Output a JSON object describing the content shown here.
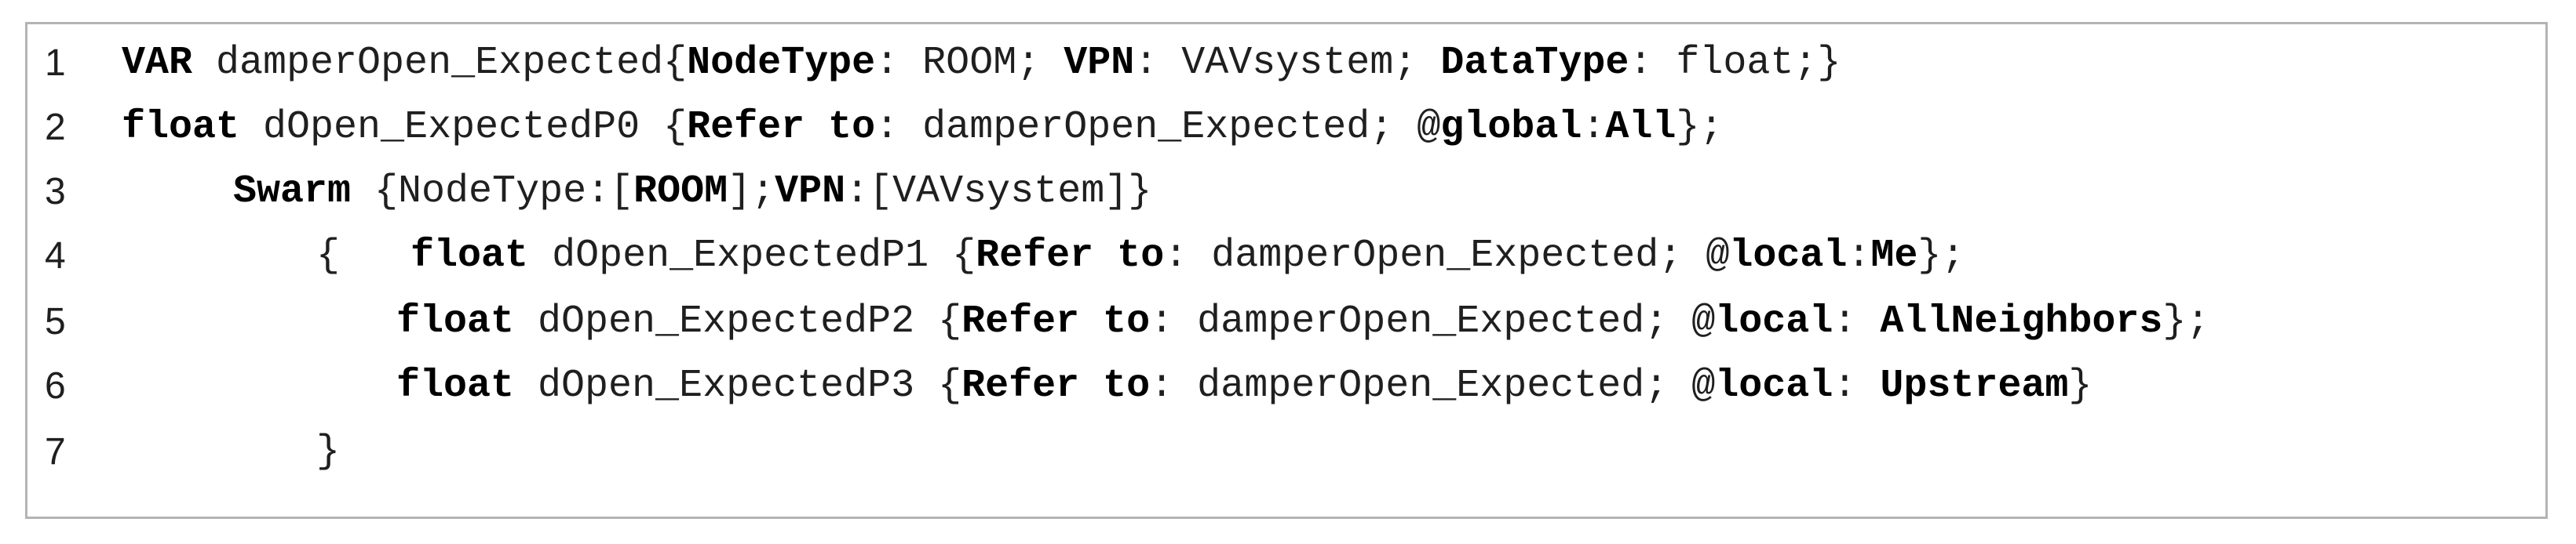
{
  "lines": [
    {
      "number": "1",
      "indent": 0,
      "segments": [
        {
          "text": "VAR",
          "bold": true
        },
        {
          "text": " damperOpen_Expected{",
          "bold": false
        },
        {
          "text": "NodeType",
          "bold": true
        },
        {
          "text": ": ROOM; ",
          "bold": false
        },
        {
          "text": "VPN",
          "bold": true
        },
        {
          "text": ": VAVsystem; ",
          "bold": false
        },
        {
          "text": "DataType",
          "bold": true
        },
        {
          "text": ": float;}",
          "bold": false
        }
      ]
    },
    {
      "number": "2",
      "indent": 0,
      "segments": [
        {
          "text": "float",
          "bold": true
        },
        {
          "text": " dOpen_ExpectedP0 {",
          "bold": false
        },
        {
          "text": "Refer to",
          "bold": true
        },
        {
          "text": ": damperOpen_Expected; @",
          "bold": false
        },
        {
          "text": "global",
          "bold": true
        },
        {
          "text": ":",
          "bold": false
        },
        {
          "text": "All",
          "bold": true
        },
        {
          "text": "};",
          "bold": false
        }
      ]
    },
    {
      "number": "3",
      "indent": 1,
      "segments": [
        {
          "text": "Swarm",
          "bold": true
        },
        {
          "text": " {NodeType:[",
          "bold": false
        },
        {
          "text": "ROOM",
          "bold": true
        },
        {
          "text": "];",
          "bold": false
        },
        {
          "text": "VPN",
          "bold": true
        },
        {
          "text": ":[VAVsystem]}",
          "bold": false
        }
      ]
    },
    {
      "number": "4",
      "indent": 2,
      "segments": [
        {
          "text": "{   ",
          "bold": false
        },
        {
          "text": "float",
          "bold": true
        },
        {
          "text": " dOpen_ExpectedP1 {",
          "bold": false
        },
        {
          "text": "Refer to",
          "bold": true
        },
        {
          "text": ": damperOpen_Expected; @",
          "bold": false
        },
        {
          "text": "local",
          "bold": true
        },
        {
          "text": ":",
          "bold": false
        },
        {
          "text": "Me",
          "bold": true
        },
        {
          "text": "};",
          "bold": false
        }
      ]
    },
    {
      "number": "5",
      "indent": 3,
      "segments": [
        {
          "text": "float",
          "bold": true
        },
        {
          "text": " dOpen_ExpectedP2 {",
          "bold": false
        },
        {
          "text": "Refer to",
          "bold": true
        },
        {
          "text": ": damperOpen_Expected; @",
          "bold": false
        },
        {
          "text": "local",
          "bold": true
        },
        {
          "text": ": ",
          "bold": false
        },
        {
          "text": "AllNeighbors",
          "bold": true
        },
        {
          "text": "};",
          "bold": false
        }
      ]
    },
    {
      "number": "6",
      "indent": 3,
      "segments": [
        {
          "text": "float",
          "bold": true
        },
        {
          "text": " dOpen_ExpectedP3 {",
          "bold": false
        },
        {
          "text": "Refer to",
          "bold": true
        },
        {
          "text": ": damperOpen_Expected; @",
          "bold": false
        },
        {
          "text": "local",
          "bold": true
        },
        {
          "text": ": ",
          "bold": false
        },
        {
          "text": "Upstream",
          "bold": true
        },
        {
          "text": "}",
          "bold": false
        }
      ]
    },
    {
      "number": "7",
      "indent": 2,
      "segments": [
        {
          "text": "}",
          "bold": false
        }
      ]
    }
  ]
}
